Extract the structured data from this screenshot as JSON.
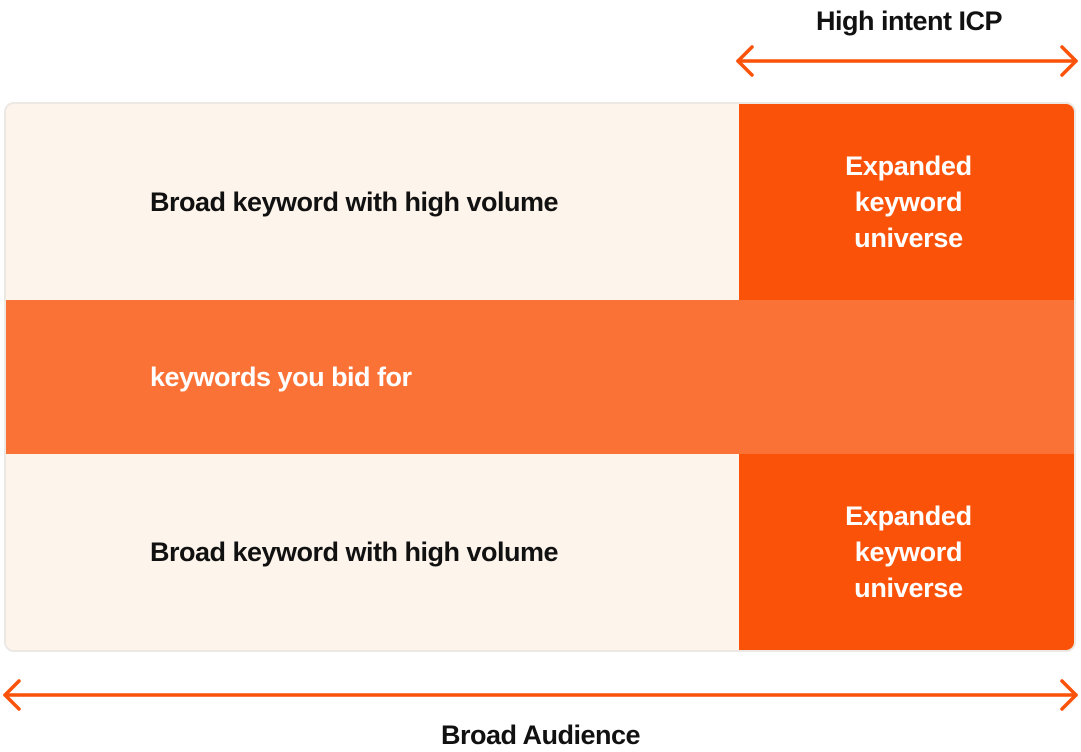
{
  "header": {
    "high_intent_label": "High intent ICP"
  },
  "grid": {
    "top_row": {
      "broad_label": "Broad keyword with high volume",
      "expanded_label": "Expanded keyword universe"
    },
    "middle_band": {
      "label": "keywords you bid for"
    },
    "bottom_row": {
      "broad_label": "Broad keyword with high volume",
      "expanded_label": "Expanded keyword universe"
    }
  },
  "footer": {
    "broad_audience_label": "Broad Audience"
  },
  "colors": {
    "accent": "#fa5208",
    "band": "#fb7236",
    "background_cell": "#fdf4ec",
    "text_dark": "#111111"
  }
}
